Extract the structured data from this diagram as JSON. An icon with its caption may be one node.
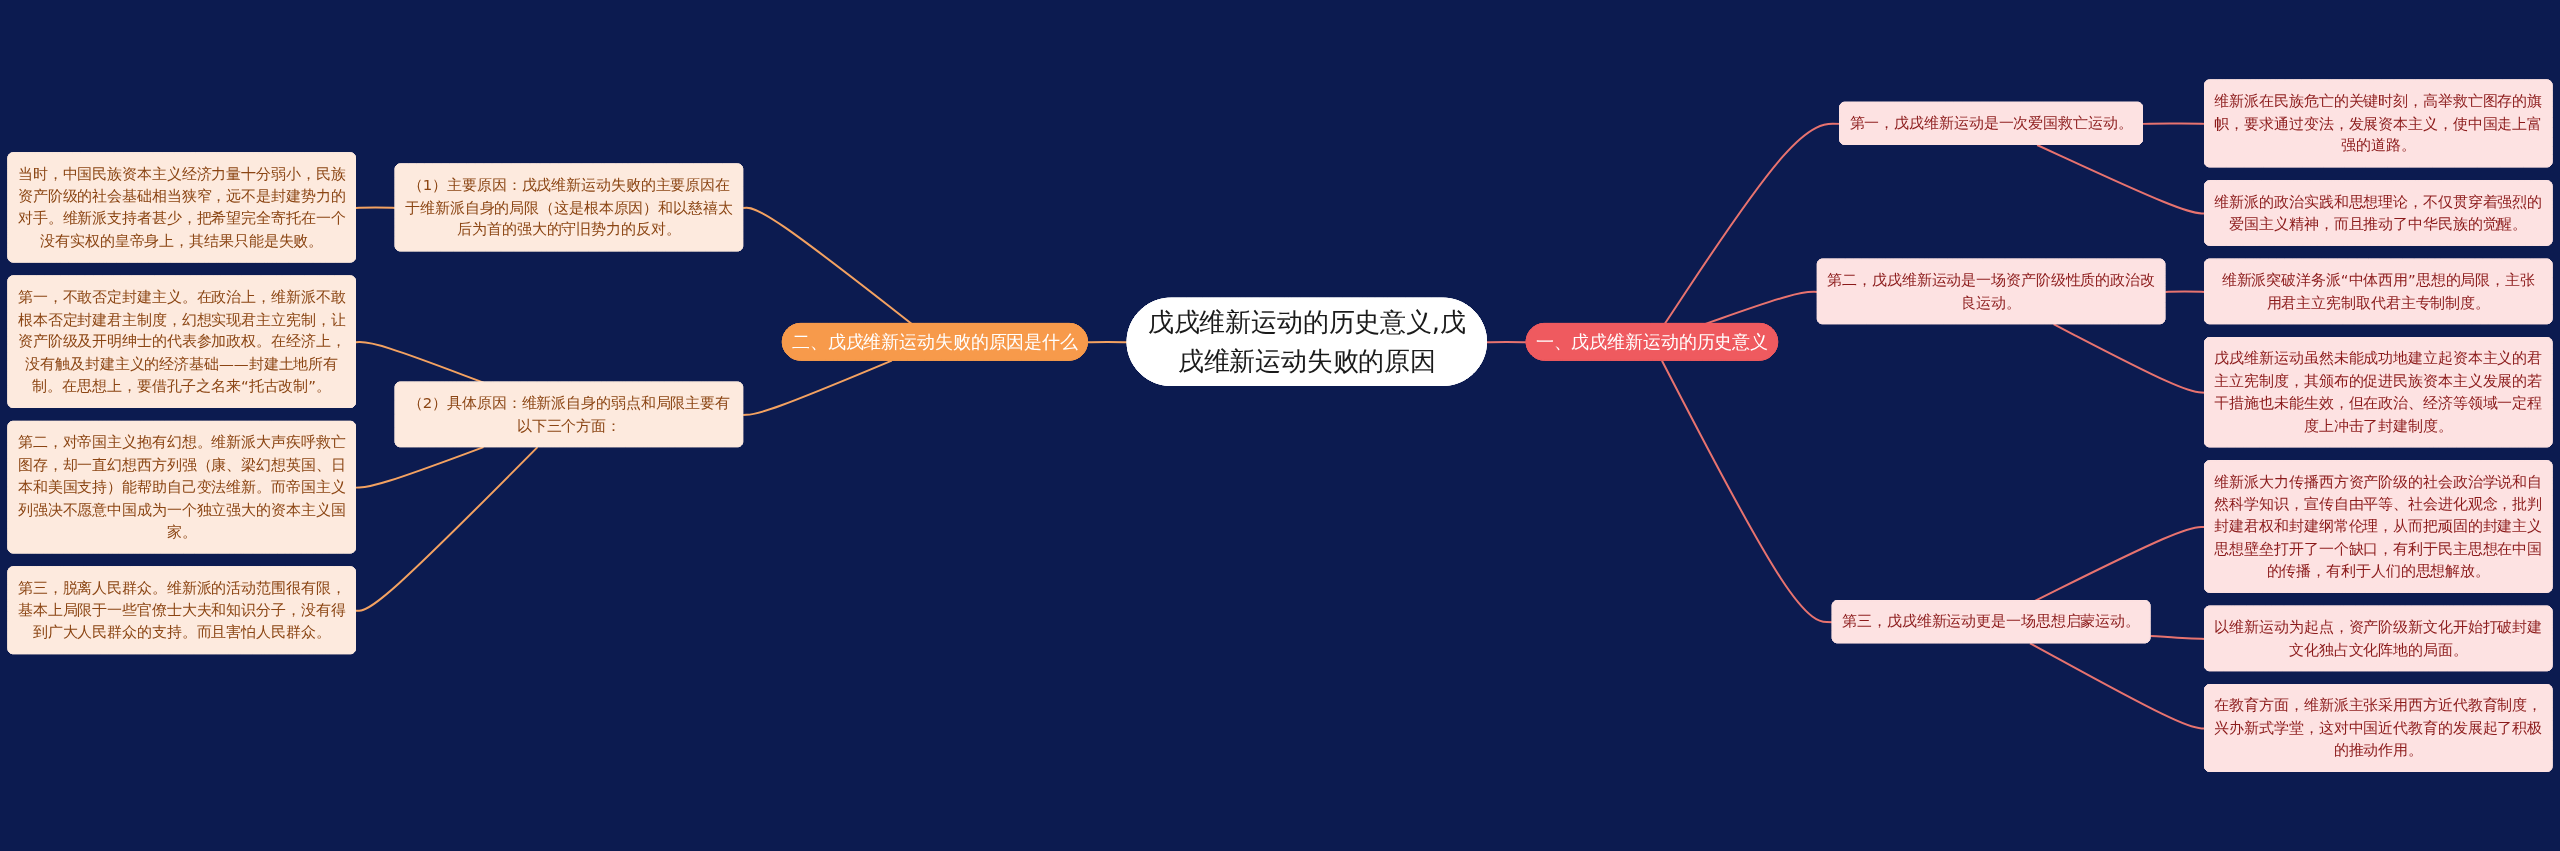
{
  "diagram": {
    "nodes": [
      {
        "text": [
          "戊戌维新运动的历史意义,戊戌维新运动失败的原因"
        ]
      },
      {
        "text": [
          "一、戊戌维新运动的历史意义"
        ]
      },
      {
        "text": [
          "第一，戊戌维新运动是一次爱国救亡运动。"
        ]
      },
      {
        "text": [
          "维新派在民族危亡的关键时刻，高举救亡图存的旗帜，要求通过变法，发展资本主义，使中国走上富强的道路。"
        ]
      },
      {
        "text": [
          "维新派的政治实践和思想理论，不仅贯穿着强烈的爱国主义精神，而且推动了中华民族的觉醒。"
        ]
      },
      {
        "text": [
          "第二，戊戌维新运动是一场资产阶级性质的政治改良运动。"
        ]
      },
      {
        "text": [
          "维新派突破洋务派“中体西用”思想的局限，主张用君主立宪制取代君主专制制度。"
        ]
      },
      {
        "text": [
          "戊戌维新运动虽然未能成功地建立起资本主义的君主立宪制度，其颁布的促进民族资本主义发展的若干措施也未能生效，但在政治、经济等领域一定程度上冲击了封建制度。"
        ]
      },
      {
        "text": [
          "第三，戊戌维新运动更是一场思想启蒙运动。"
        ]
      },
      {
        "text": [
          "维新派大力传播西方资产阶级的社会政治学说和自然科学知识，宣传自由平等、社会进化观念，批判封建君权和封建纲常伦理，从而把顽固的封建主义思想壁垒打开了一个缺口，有利于民主思想在中国的传播，有利于人们的思想解放。"
        ]
      },
      {
        "text": [
          "以维新运动为起点，资产阶级新文化开始打破封建文化独占文化阵地的局面。"
        ]
      },
      {
        "text": [
          "在教育方面，维新派主张采用西方近代教育制度，兴办新式学堂，这对中国近代教育的发展起了积极的推动作用。"
        ]
      },
      {
        "text": [
          "二、戊戌维新运动失败的原因是什么"
        ]
      },
      {
        "text": [
          "（1）主要原因：戊戌维新运动失败的主要原因在于维新派自身的局限（这是根本原因）和以慈禧太后为首的强大的守旧势力的反对。"
        ]
      },
      {
        "text": [
          "当时，中国民族资本主义经济力量十分弱小，民族资产阶级的社会基础相当狭窄，远不是封建势力的对手。维新派支持者甚少，把希望完全寄托在一个没有实权的皇帝身上，其结果只能是失败。"
        ]
      },
      {
        "text": [
          "（2）具体原因：维新派自身的弱点和局限主要有以下三个方面："
        ]
      },
      {
        "text": [
          "第一，不敢否定封建主义。在政治上，维新派不敢根本否定封建君主制度，幻想实现君主立宪制，让资产阶级及开明绅士的代表参加政权。在经济上，没有触及封建主义的经济基础——封建土地所有制。在思想上，要借孔子之名来“托古改制”。"
        ]
      },
      {
        "text": [
          "第二，对帝国主义抱有幻想。维新派大声疾呼救亡图存，却一直幻想西方列强（康、梁幻想英国、日本和美国支持）能帮助自己变法维新。而帝国主义列强决不愿意中国成为一个独立强大的资本主义国家。"
        ]
      },
      {
        "text": [
          "第三，脱离人民群众。维新派的活动范围很有限，基本上局限于一些官僚士大夫和知识分子，没有得到广大人民群众的支持。而且害怕人民群众。"
        ]
      }
    ],
    "edges": [
      {
        "from": 0,
        "to": 1,
        "arrow": "none"
      },
      {
        "from": 1,
        "to": 2,
        "arrow": "none"
      },
      {
        "from": 2,
        "to": 3,
        "arrow": "none"
      },
      {
        "from": 2,
        "to": 4,
        "arrow": "none"
      },
      {
        "from": 1,
        "to": 5,
        "arrow": "none"
      },
      {
        "from": 5,
        "to": 6,
        "arrow": "none"
      },
      {
        "from": 5,
        "to": 7,
        "arrow": "none"
      },
      {
        "from": 1,
        "to": 8,
        "arrow": "none"
      },
      {
        "from": 8,
        "to": 9,
        "arrow": "none"
      },
      {
        "from": 8,
        "to": 10,
        "arrow": "none"
      },
      {
        "from": 8,
        "to": 11,
        "arrow": "none"
      },
      {
        "from": 12,
        "to": 0,
        "arrow": "none",
        "color": "#f4a261"
      },
      {
        "from": 13,
        "to": 12,
        "arrow": "none",
        "color": "#f4a261"
      },
      {
        "from": 14,
        "to": 13,
        "arrow": "none",
        "color": "#f4a261"
      },
      {
        "from": 15,
        "to": 12,
        "arrow": "none",
        "color": "#f4a261"
      },
      {
        "from": 16,
        "to": 15,
        "arrow": "none",
        "color": "#f4a261"
      },
      {
        "from": 17,
        "to": 15,
        "arrow": "none",
        "color": "#f4a261"
      },
      {
        "from": 18,
        "to": 15,
        "arrow": "none",
        "color": "#f4a261"
      }
    ]
  }
}
